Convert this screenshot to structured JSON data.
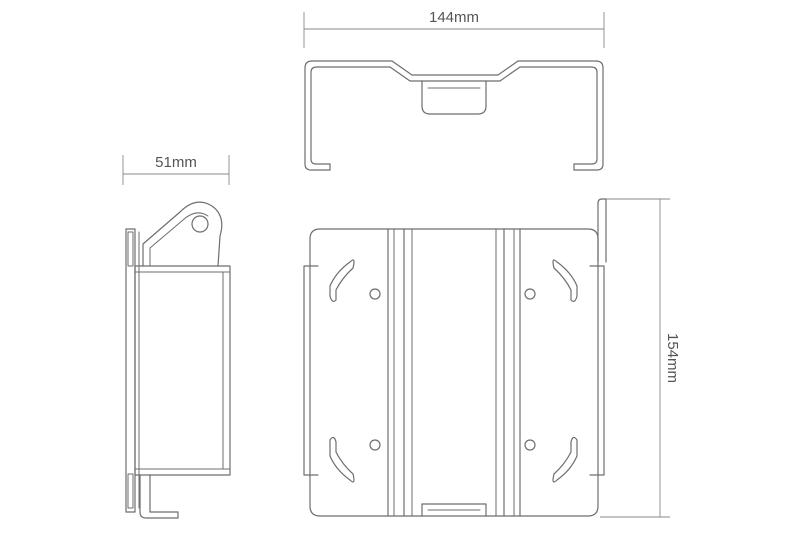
{
  "dimensions": {
    "width_top": "144mm",
    "depth_side": "51mm",
    "height_front": "154mm"
  },
  "colors": {
    "line": "#6e6e6e",
    "dimension": "#8a8a8a",
    "text": "#555555",
    "background": "#ffffff"
  }
}
